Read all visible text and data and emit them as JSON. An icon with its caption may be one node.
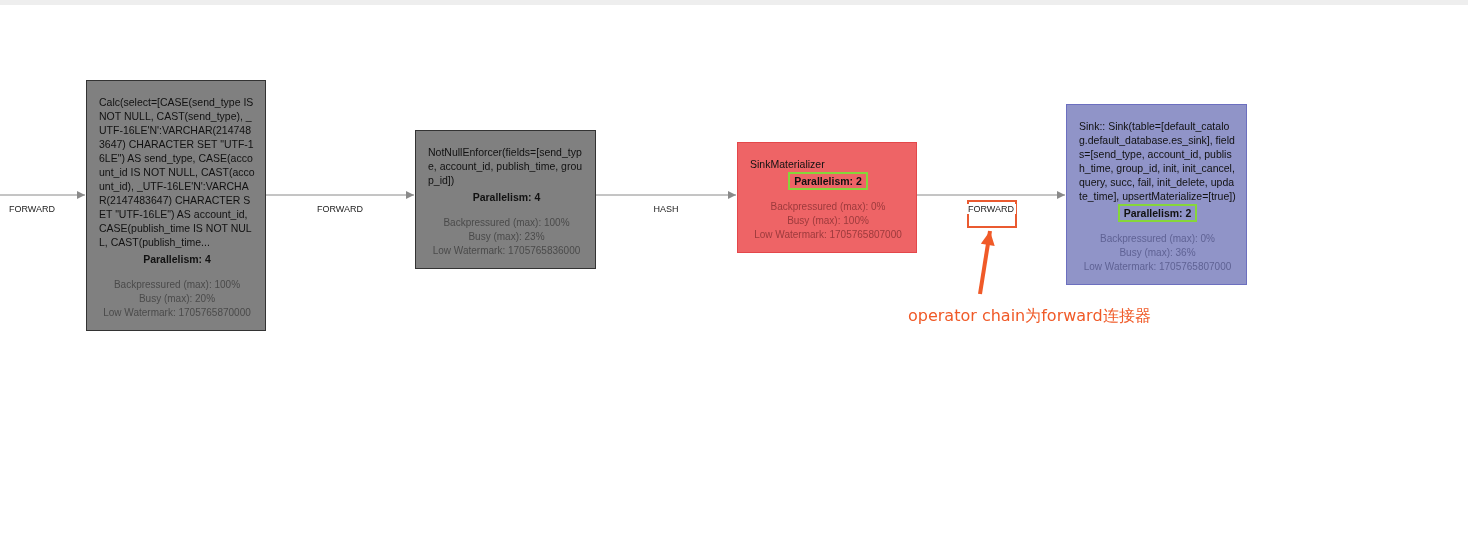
{
  "diagram": {
    "nodes": [
      {
        "text": [
          "Calc(select=[CASE(send_type IS NOT NULL, CAST(send_type), _UTF-16LE'N':VARCHAR(2147483647) CHARACTER SET \"UTF-16LE\") AS send_type, CASE(account_id IS NOT NULL, CAST(account_id), _UTF-16LE'N':VARCHAR(2147483647) CHARACTER SET \"UTF-16LE\") AS account_id, CASE(publish_time IS NOT NULL, CAST(publish_time...",
          "Parallelism: 4",
          "Backpressured (max): 100%",
          "Busy (max): 20%",
          "Low Watermark: 1705765870000"
        ]
      },
      {
        "text": [
          "NotNullEnforcer(fields=[send_type, account_id, publish_time, group_id])",
          "Parallelism: 4",
          "Backpressured (max): 100%",
          "Busy (max): 23%",
          "Low Watermark: 1705765836000"
        ]
      },
      {
        "text": [
          "SinkMaterializer",
          "Parallelism: 2",
          "Backpressured (max): 0%",
          "Busy (max): 100%",
          "Low Watermark: 1705765807000"
        ]
      },
      {
        "text": [
          "Sink:: Sink(table=[default_catalog.default_database.es_sink], fields=[send_type, account_id, publish_time, group_id, init, init_cancel, query, succ, fail, init_delete, update_time], upsertMaterialize=[true])",
          "Parallelism: 2",
          "Backpressured (max): 0%",
          "Busy (max): 36%",
          "Low Watermark: 1705765807000"
        ]
      },
      {
        "text": [
          "operator chain为forward连接器"
        ]
      },
      {
        "text": [],
        "shape": "box"
      }
    ],
    "edges": [
      {
        "from": null,
        "to": 0,
        "arrow": "to",
        "label": "FORWARD"
      },
      {
        "from": 0,
        "to": 1,
        "arrow": "to",
        "label": "FORWARD"
      },
      {
        "from": 1,
        "to": 2,
        "arrow": "to",
        "label": "HASH"
      },
      {
        "from": 2,
        "to": 3,
        "arrow": "to",
        "label": "FORWARD"
      },
      {
        "from": 4,
        "to": 5,
        "arrow": "to",
        "style": "thick",
        "color": "#f05a28"
      }
    ]
  }
}
